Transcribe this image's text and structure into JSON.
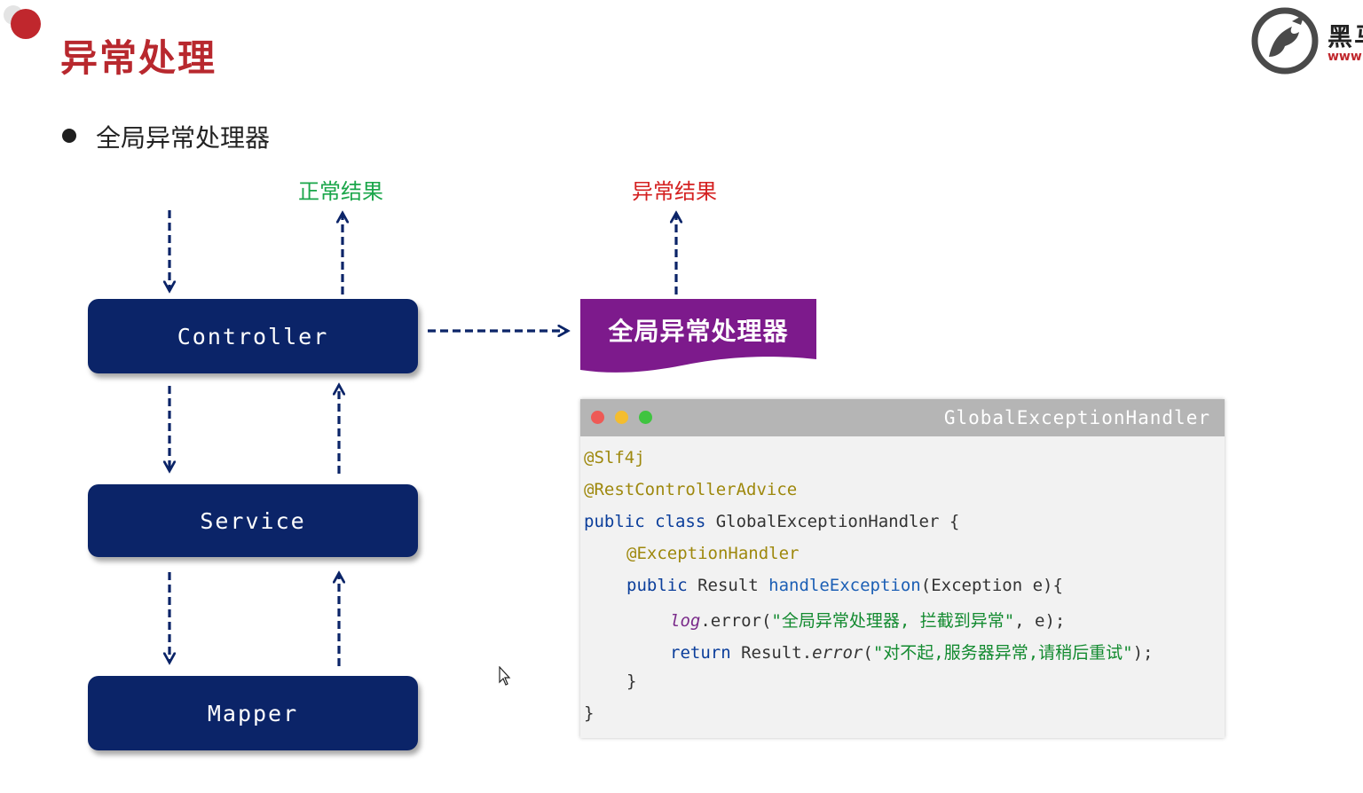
{
  "page": {
    "title": "异常处理",
    "bullet": "全局异常处理器"
  },
  "logo": {
    "name": "黑马",
    "url": "www"
  },
  "diagram": {
    "normal_result": "正常结果",
    "exception_result": "异常结果",
    "layers": [
      "Controller",
      "Service",
      "Mapper"
    ],
    "handler": "全局异常处理器",
    "colors": {
      "layer_box": "#0b2468",
      "handler": "#7d1a8c",
      "arrow": "#0b2468",
      "normal_result": "#1aa64a",
      "exception_result": "#d42121"
    }
  },
  "code_window": {
    "title": "GlobalExceptionHandler",
    "lines": {
      "l1_annotation": "@Slf4j",
      "l2_annotation": "@RestControllerAdvice",
      "l3_kw": "public class",
      "l3_rest": " GlobalExceptionHandler {",
      "l4_annotation": "@ExceptionHandler",
      "l5_kw": "public",
      "l5_type": " Result ",
      "l5_method": "handleException",
      "l5_params": "(Exception e){",
      "l6_log": "log",
      "l6_call": ".error(",
      "l6_string": "\"全局异常处理器, 拦截到异常\"",
      "l6_end": ", e);",
      "l7_kw": "return",
      "l7_obj": " Result.",
      "l7_method": "error",
      "l7_open": "(",
      "l7_string": "\"对不起,服务器异常,请稍后重试\"",
      "l7_end": ");",
      "l8": "}",
      "l9": "}"
    }
  }
}
